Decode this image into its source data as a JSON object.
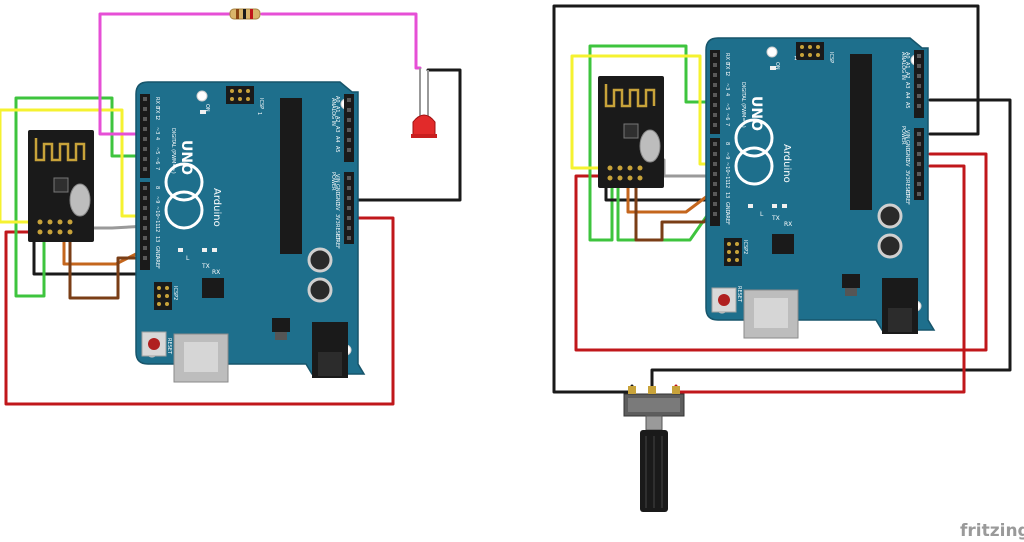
{
  "watermark": "fritzing",
  "colors": {
    "board": "#1e6f8c",
    "board_edge": "#17556b",
    "wire_yellow": "#f5f230",
    "wire_green": "#3ec43e",
    "wire_magenta": "#e64fd6",
    "wire_red": "#c0171b",
    "wire_black": "#1a1a1a",
    "wire_gray": "#9a9a9a",
    "wire_orange": "#c4661d",
    "wire_brown": "#7a3e16"
  },
  "board": {
    "brand": "Arduino",
    "model": "UNO",
    "reset_label": "RESET",
    "icsp_label": "ICSP",
    "icsp2_label": "ICSP2",
    "analog_label": "ANALOG IN",
    "power_label": "POWER",
    "digital_label": "DIGITAL (PWM=~)",
    "led_on": "ON",
    "led_l": "L",
    "led_tx": "TX",
    "led_rx": "RX",
    "icsp_num": "1",
    "digital_pins": [
      "AREF",
      "GND",
      "13",
      "12",
      "~11",
      "~10",
      "~9",
      "8",
      "7",
      "~6",
      "~5",
      "4",
      "~3",
      "2",
      "TX 1",
      "RX 0"
    ],
    "analog_pins": [
      "A0",
      "A1",
      "A2",
      "A3",
      "A4",
      "A5"
    ],
    "power_pins": [
      "IOREF",
      "RESET",
      "3V3",
      "5V",
      "GND",
      "GND",
      "VIN"
    ]
  },
  "components": {
    "radio_module": "nRF24L01",
    "led": "LED",
    "resistor": "resistor",
    "potentiometer": "potentiometer"
  }
}
